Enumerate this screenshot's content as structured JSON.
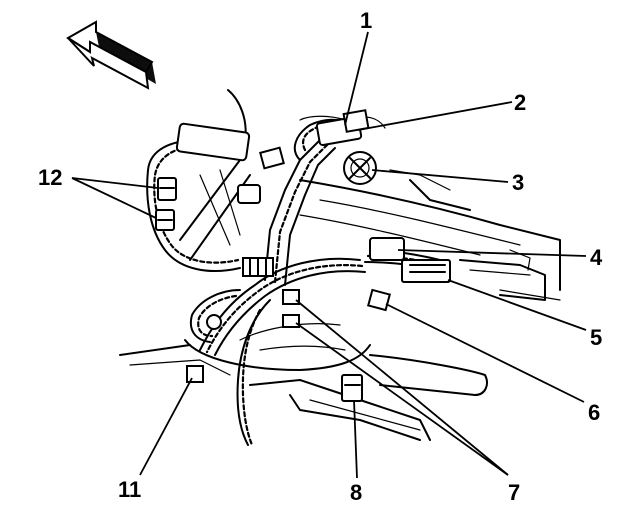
{
  "callouts": {
    "c1": "1",
    "c2": "2",
    "c3": "3",
    "c4": "4",
    "c5": "5",
    "c6": "6",
    "c7": "7",
    "c8": "8",
    "c11": "11",
    "c12": "12"
  },
  "icons": {
    "direction_arrow": "front-arrow-icon"
  }
}
